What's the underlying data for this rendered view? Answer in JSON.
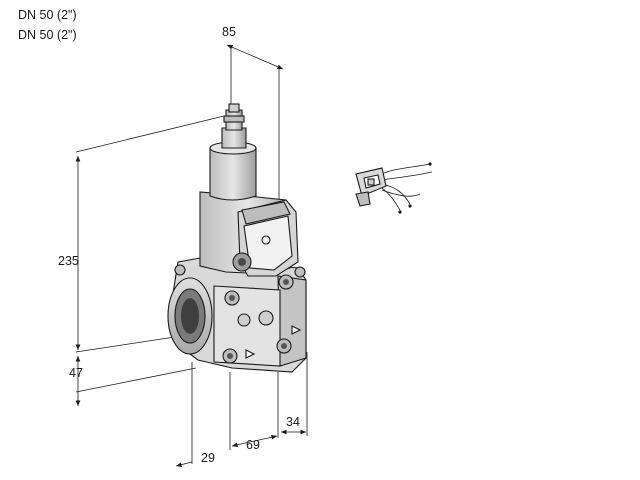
{
  "header": {
    "line1": "DN 50 (2\")",
    "line2": "DN 50 (2\")"
  },
  "dimensions": {
    "top_width": "85",
    "height": "235",
    "lower_height": "47",
    "offset_left": "29",
    "base_width": "69",
    "depth": "34"
  }
}
